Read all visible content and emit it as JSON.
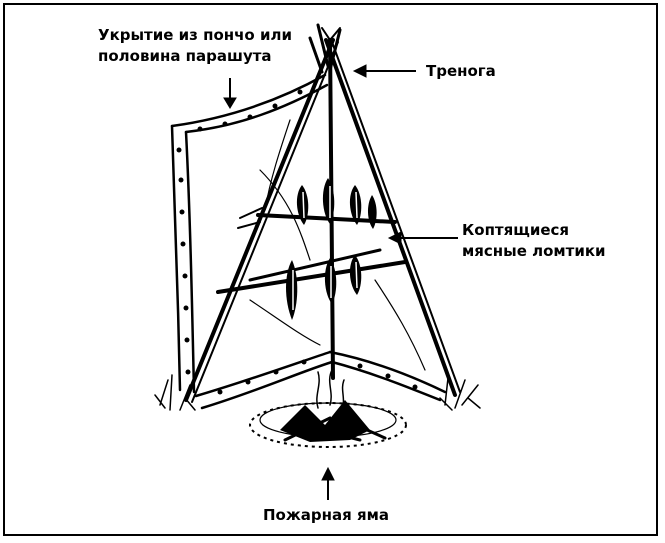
{
  "labels": {
    "shelter_line1": "Укрытие из пончо или",
    "shelter_line2": "половина парашута",
    "tripod": "Тренога",
    "meat_line1": "Коптящиеся",
    "meat_line2": "мясные ломтики",
    "fire_pit": "Пожарная яма"
  },
  "colors": {
    "ink": "#000000",
    "paper": "#ffffff"
  }
}
